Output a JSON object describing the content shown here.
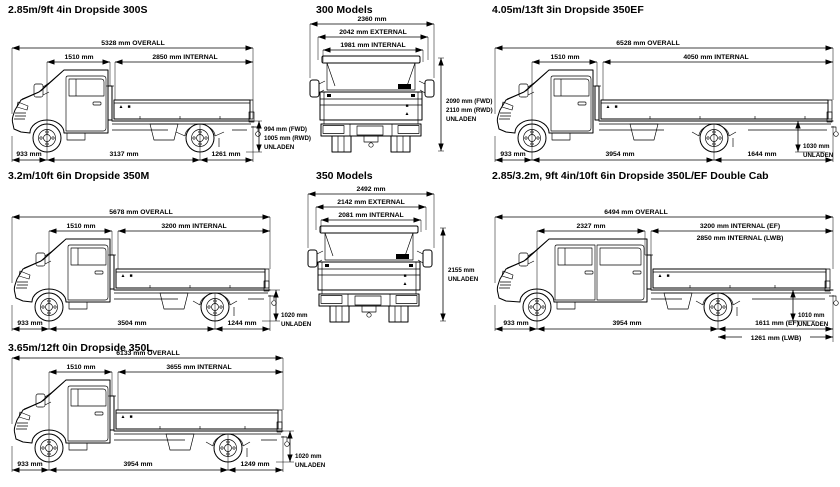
{
  "icons": {
    "square_marker": "■",
    "triangle_marker": "▲"
  },
  "diagrams": {
    "d300s": {
      "title": "2.85m/9ft 4in Dropside 300S",
      "overall": "5328 mm OVERALL",
      "cab_length": "1510 mm",
      "internal": "2850 mm INTERNAL",
      "front_overhang": "933 mm",
      "wheelbase": "3137 mm",
      "rear_overhang": "1261 mm",
      "load_height_fwd": "994 mm (FWD)",
      "load_height_rwd": "1005 mm (RWD)",
      "load_height_note": "UNLADEN"
    },
    "r300": {
      "title": "300 Models",
      "overall_width": "2360 mm",
      "external_width": "2042 mm EXTERNAL",
      "internal_width": "1981 mm INTERNAL",
      "height_fwd": "2090 mm (FWD)",
      "height_rwd": "2110 mm (RWD)",
      "height_note": "UNLADEN"
    },
    "d350ef": {
      "title": "4.05m/13ft 3in Dropside 350EF",
      "overall": "6528 mm OVERALL",
      "cab_length": "1510 mm",
      "internal": "4050 mm INTERNAL",
      "front_overhang": "933 mm",
      "wheelbase": "3954 mm",
      "rear_overhang": "1644 mm",
      "load_height": "1030 mm",
      "load_height_note": "UNLADEN"
    },
    "d350m": {
      "title": "3.2m/10ft 6in Dropside 350M",
      "overall": "5678 mm OVERALL",
      "cab_length": "1510 mm",
      "internal": "3200 mm INTERNAL",
      "front_overhang": "933 mm",
      "wheelbase": "3504 mm",
      "rear_overhang": "1244 mm",
      "load_height": "1020 mm",
      "load_height_note": "UNLADEN"
    },
    "r350": {
      "title": "350 Models",
      "overall_width": "2492 mm",
      "external_width": "2142 mm EXTERNAL",
      "internal_width": "2081 mm INTERNAL",
      "height": "2155 mm",
      "height_note": "UNLADEN"
    },
    "dcab": {
      "title": "2.85/3.2m, 9ft 4in/10ft 6in Dropside 350L/EF Double Cab",
      "overall": "6494 mm OVERALL",
      "cab_length": "2327 mm",
      "internal_ef": "3200 mm INTERNAL (EF)",
      "internal_lwb": "2850 mm INTERNAL (LWB)",
      "front_overhang": "933 mm",
      "wheelbase": "3954 mm",
      "rear_overhang_ef": "1611 mm (EF)",
      "rear_overhang_lwb": "1261 mm (LWB)",
      "load_height": "1010 mm",
      "load_height_note": "UNLADEN"
    },
    "d350l": {
      "title": "3.65m/12ft 0in Dropside 350L",
      "overall": "6133 mm OVERALL",
      "cab_length": "1510 mm",
      "internal": "3655 mm INTERNAL",
      "front_overhang": "933 mm",
      "wheelbase": "3954 mm",
      "rear_overhang": "1249 mm",
      "load_height": "1020 mm",
      "load_height_note": "UNLADEN"
    }
  }
}
